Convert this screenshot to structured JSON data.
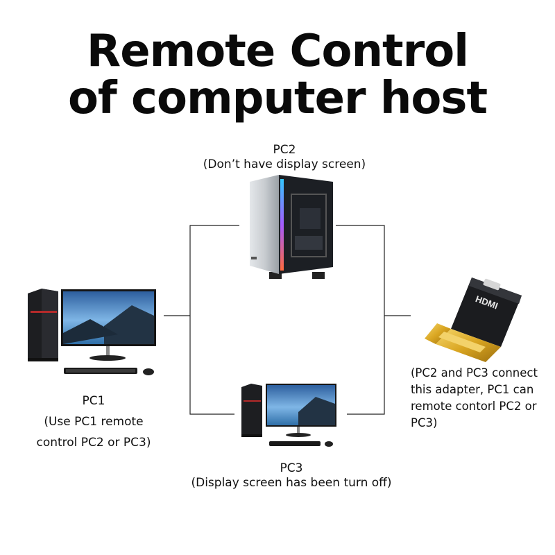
{
  "title": {
    "line1": "Remote Control",
    "line2": "of computer host"
  },
  "pc2": {
    "name": "PC2",
    "note": "(Don’t have display screen)"
  },
  "pc1": {
    "name": "PC1",
    "note_line1": "(Use PC1 remote",
    "note_line2": "control PC2 or PC3)"
  },
  "pc3": {
    "name": "PC3",
    "note": "(Display screen has been turn off)"
  },
  "adapter": {
    "brand": "HDMI",
    "note_lines": [
      "(PC2 and PC3 connect",
      "this adapter, PC1 can",
      "remote contorl PC2 or",
      "PC3)"
    ]
  },
  "colors": {
    "line": "#222222",
    "gold": "#d9a521",
    "case_silver": "#c9cdd1",
    "screen_sky": "#4a8fd0"
  }
}
